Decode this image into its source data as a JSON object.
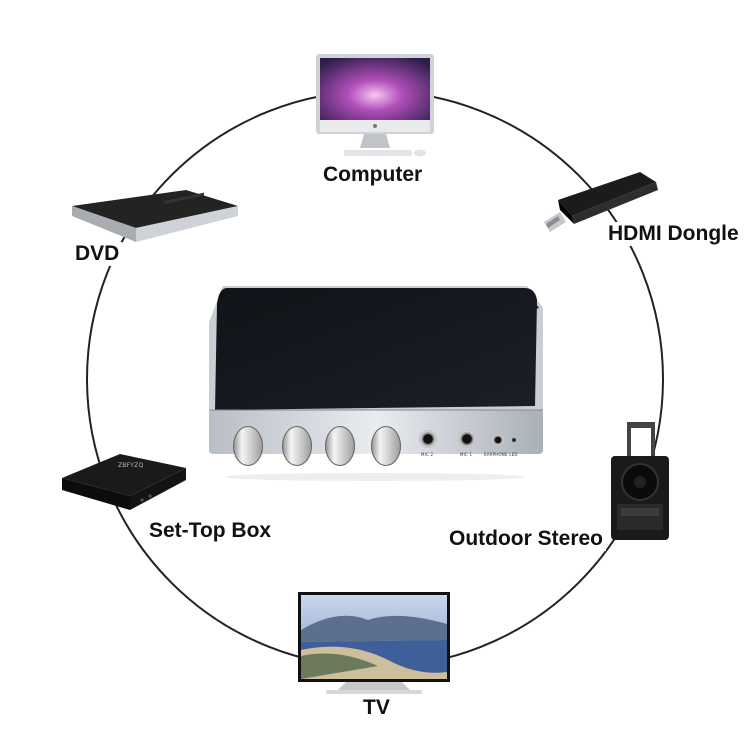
{
  "devices": {
    "computer": {
      "label": "Computer"
    },
    "hdmi_dongle": {
      "label": "HDMI Dongle"
    },
    "dvd": {
      "label": "DVD"
    },
    "set_top_box": {
      "label": "Set-Top Box",
      "brand_text": "ZBFYZQ"
    },
    "outdoor_stereo": {
      "label": "Outdoor Stereo"
    },
    "tv": {
      "label": "TV"
    }
  },
  "mixer": {
    "port_labels": [
      "MIC 2",
      "MIC 1",
      "EARPHONE LED"
    ]
  }
}
